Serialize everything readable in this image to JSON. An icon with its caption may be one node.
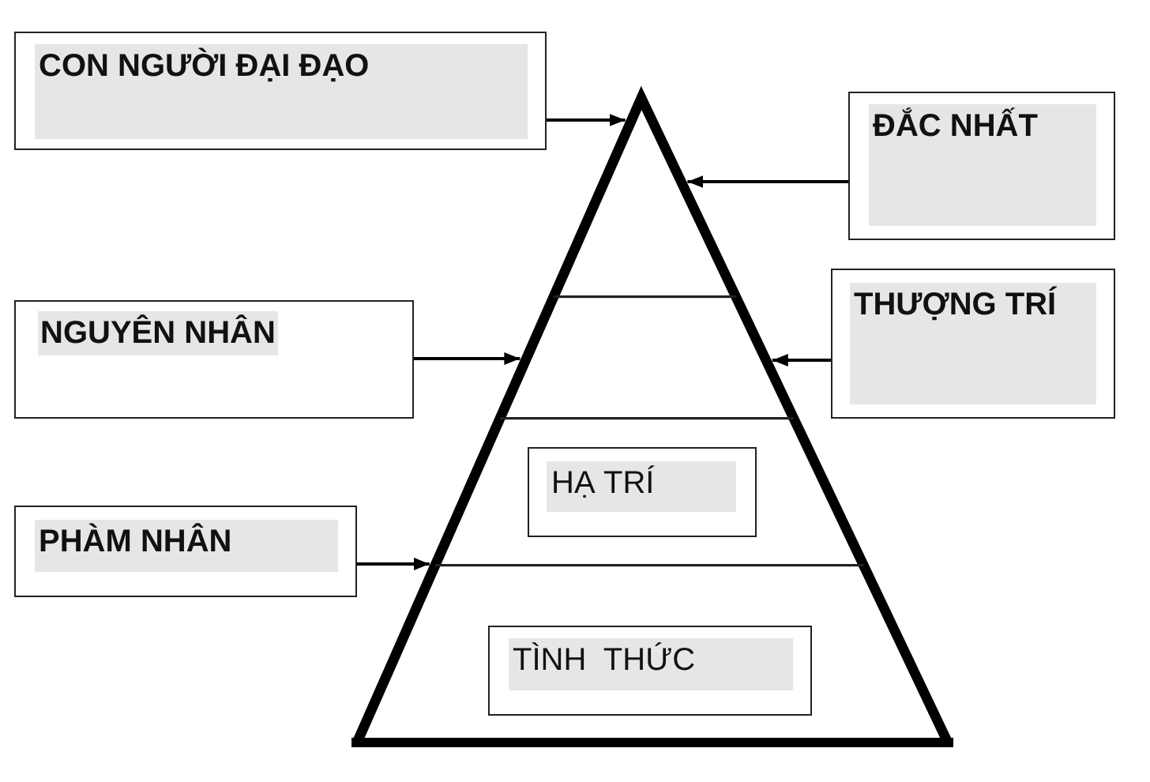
{
  "diagram": {
    "nodes": [
      {
        "text": [
          "CON NGƯỜI ĐẠI ĐẠO"
        ]
      },
      {
        "text": [],
        "shape": "triangle"
      },
      {
        "text": [
          "ĐẮC NHẤT"
        ]
      },
      {
        "text": [
          "NGUYÊN NHÂN"
        ]
      },
      {
        "text": [],
        "shape": "trapezoid"
      },
      {
        "text": [
          "THƯỢNG TRÍ"
        ]
      },
      {
        "text": [],
        "shape": "trapezoid"
      },
      {
        "text": [
          "HẠ TRÍ"
        ],
        "in": 6
      },
      {
        "text": [
          "PHÀM NHÂN"
        ]
      },
      {
        "text": [],
        "shape": "trapezoid"
      },
      {
        "text": [
          "TÌNH  THỨC"
        ],
        "in": 9
      }
    ],
    "edges": [
      {
        "from": 0,
        "to": 1,
        "arrow": "to"
      },
      {
        "from": 2,
        "to": 1,
        "arrow": "to"
      },
      {
        "from": 3,
        "to": 4,
        "arrow": "to"
      },
      {
        "from": 5,
        "to": 4,
        "arrow": "to"
      },
      {
        "from": 8,
        "to": 6,
        "arrow": "to"
      }
    ]
  }
}
